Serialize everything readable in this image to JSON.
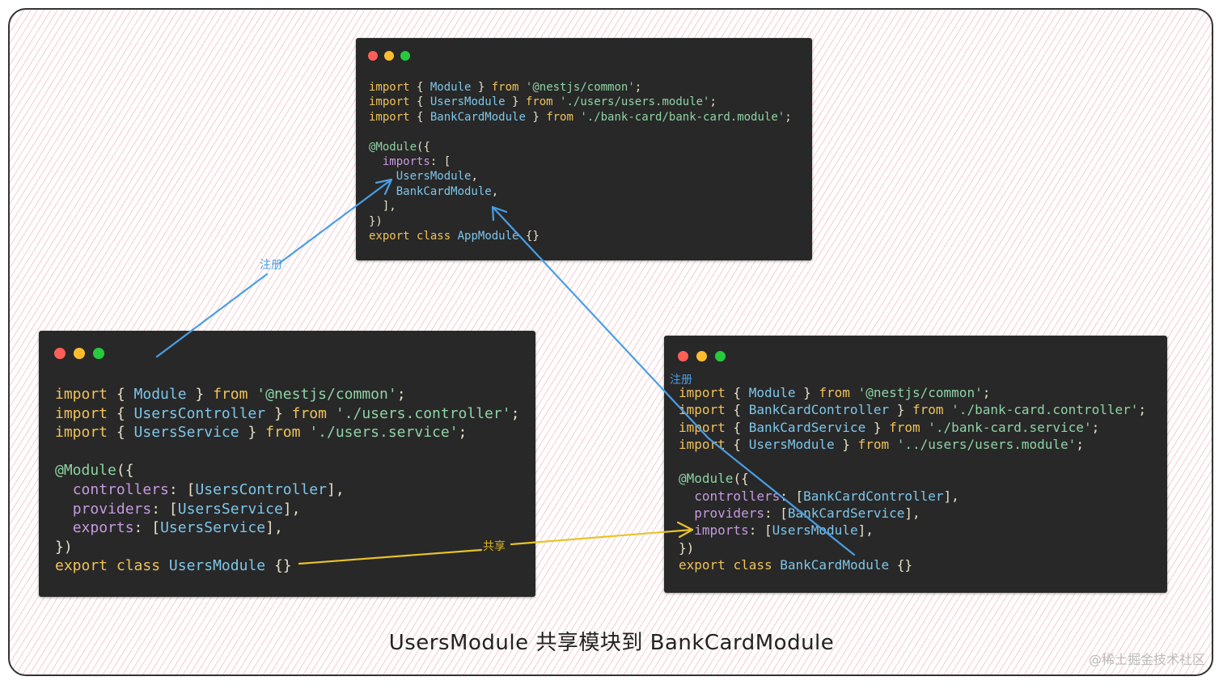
{
  "windows": {
    "app": {
      "lines": [
        [
          [
            "kw",
            "import"
          ],
          [
            "pun",
            " { "
          ],
          [
            "id",
            "Module"
          ],
          [
            "pun",
            " } "
          ],
          [
            "kw",
            "from"
          ],
          [
            "pun",
            " "
          ],
          [
            "str",
            "'@nestjs/common'"
          ],
          [
            "pun",
            ";"
          ]
        ],
        [
          [
            "kw",
            "import"
          ],
          [
            "pun",
            " { "
          ],
          [
            "id",
            "UsersModule"
          ],
          [
            "pun",
            " } "
          ],
          [
            "kw",
            "from"
          ],
          [
            "pun",
            " "
          ],
          [
            "str",
            "'./users/users.module'"
          ],
          [
            "pun",
            ";"
          ]
        ],
        [
          [
            "kw",
            "import"
          ],
          [
            "pun",
            " { "
          ],
          [
            "id",
            "BankCardModule"
          ],
          [
            "pun",
            " } "
          ],
          [
            "kw",
            "from"
          ],
          [
            "pun",
            " "
          ],
          [
            "str",
            "'./bank-card/bank-card.module'"
          ],
          [
            "pun",
            ";"
          ]
        ],
        [],
        [
          [
            "dec",
            "@Module"
          ],
          [
            "pun",
            "({"
          ]
        ],
        [
          [
            "pun",
            "  "
          ],
          [
            "prop",
            "imports"
          ],
          [
            "pun",
            ": ["
          ]
        ],
        [
          [
            "pun",
            "    "
          ],
          [
            "id",
            "UsersModule"
          ],
          [
            "pun",
            ","
          ]
        ],
        [
          [
            "pun",
            "    "
          ],
          [
            "id",
            "BankCardModule"
          ],
          [
            "pun",
            ","
          ]
        ],
        [
          [
            "pun",
            "  ],"
          ]
        ],
        [
          [
            "pun",
            "})"
          ]
        ],
        [
          [
            "kw",
            "export"
          ],
          [
            "pun",
            " "
          ],
          [
            "kw",
            "class"
          ],
          [
            "pun",
            " "
          ],
          [
            "id",
            "AppModule"
          ],
          [
            "pun",
            " {}"
          ]
        ]
      ]
    },
    "users": {
      "lines": [
        [
          [
            "kw",
            "import"
          ],
          [
            "pun",
            " { "
          ],
          [
            "id",
            "Module"
          ],
          [
            "pun",
            " } "
          ],
          [
            "kw",
            "from"
          ],
          [
            "pun",
            " "
          ],
          [
            "str",
            "'@nestjs/common'"
          ],
          [
            "pun",
            ";"
          ]
        ],
        [
          [
            "kw",
            "import"
          ],
          [
            "pun",
            " { "
          ],
          [
            "id",
            "UsersController"
          ],
          [
            "pun",
            " } "
          ],
          [
            "kw",
            "from"
          ],
          [
            "pun",
            " "
          ],
          [
            "str",
            "'./users.controller'"
          ],
          [
            "pun",
            ";"
          ]
        ],
        [
          [
            "kw",
            "import"
          ],
          [
            "pun",
            " { "
          ],
          [
            "id",
            "UsersService"
          ],
          [
            "pun",
            " } "
          ],
          [
            "kw",
            "from"
          ],
          [
            "pun",
            " "
          ],
          [
            "str",
            "'./users.service'"
          ],
          [
            "pun",
            ";"
          ]
        ],
        [],
        [
          [
            "dec",
            "@Module"
          ],
          [
            "pun",
            "({"
          ]
        ],
        [
          [
            "pun",
            "  "
          ],
          [
            "prop",
            "controllers"
          ],
          [
            "pun",
            ": ["
          ],
          [
            "id",
            "UsersController"
          ],
          [
            "pun",
            "],"
          ]
        ],
        [
          [
            "pun",
            "  "
          ],
          [
            "prop",
            "providers"
          ],
          [
            "pun",
            ": ["
          ],
          [
            "id",
            "UsersService"
          ],
          [
            "pun",
            "],"
          ]
        ],
        [
          [
            "pun",
            "  "
          ],
          [
            "prop",
            "exports"
          ],
          [
            "pun",
            ": ["
          ],
          [
            "id",
            "UsersService"
          ],
          [
            "pun",
            "],"
          ]
        ],
        [
          [
            "pun",
            "})"
          ]
        ],
        [
          [
            "kw",
            "export"
          ],
          [
            "pun",
            " "
          ],
          [
            "kw",
            "class"
          ],
          [
            "pun",
            " "
          ],
          [
            "id",
            "UsersModule"
          ],
          [
            "pun",
            " {}"
          ]
        ]
      ]
    },
    "bank": {
      "lines": [
        [
          [
            "kw",
            "import"
          ],
          [
            "pun",
            " { "
          ],
          [
            "id",
            "Module"
          ],
          [
            "pun",
            " } "
          ],
          [
            "kw",
            "from"
          ],
          [
            "pun",
            " "
          ],
          [
            "str",
            "'@nestjs/common'"
          ],
          [
            "pun",
            ";"
          ]
        ],
        [
          [
            "kw",
            "import"
          ],
          [
            "pun",
            " { "
          ],
          [
            "id",
            "BankCardController"
          ],
          [
            "pun",
            " } "
          ],
          [
            "kw",
            "from"
          ],
          [
            "pun",
            " "
          ],
          [
            "str",
            "'./bank-card.controller'"
          ],
          [
            "pun",
            ";"
          ]
        ],
        [
          [
            "kw",
            "import"
          ],
          [
            "pun",
            " { "
          ],
          [
            "id",
            "BankCardService"
          ],
          [
            "pun",
            " } "
          ],
          [
            "kw",
            "from"
          ],
          [
            "pun",
            " "
          ],
          [
            "str",
            "'./bank-card.service'"
          ],
          [
            "pun",
            ";"
          ]
        ],
        [
          [
            "kw",
            "import"
          ],
          [
            "pun",
            " { "
          ],
          [
            "id",
            "UsersModule"
          ],
          [
            "pun",
            " } "
          ],
          [
            "kw",
            "from"
          ],
          [
            "pun",
            " "
          ],
          [
            "str",
            "'../users/users.module'"
          ],
          [
            "pun",
            ";"
          ]
        ],
        [],
        [
          [
            "dec",
            "@Module"
          ],
          [
            "pun",
            "({"
          ]
        ],
        [
          [
            "pun",
            "  "
          ],
          [
            "prop",
            "controllers"
          ],
          [
            "pun",
            ": ["
          ],
          [
            "id",
            "BankCardController"
          ],
          [
            "pun",
            "],"
          ]
        ],
        [
          [
            "pun",
            "  "
          ],
          [
            "prop",
            "providers"
          ],
          [
            "pun",
            ": ["
          ],
          [
            "id",
            "BankCardService"
          ],
          [
            "pun",
            "],"
          ]
        ],
        [
          [
            "pun",
            "  "
          ],
          [
            "prop",
            "imports"
          ],
          [
            "pun",
            ": ["
          ],
          [
            "id",
            "UsersModule"
          ],
          [
            "pun",
            "],"
          ]
        ],
        [
          [
            "pun",
            "})"
          ]
        ],
        [
          [
            "kw",
            "export"
          ],
          [
            "pun",
            " "
          ],
          [
            "kw",
            "class"
          ],
          [
            "pun",
            " "
          ],
          [
            "id",
            "BankCardModule"
          ],
          [
            "pun",
            " {}"
          ]
        ]
      ]
    }
  },
  "arrows": {
    "register_users_label": "注册",
    "register_bank_label": "注册",
    "share_label": "共享"
  },
  "caption": "UsersModule 共享模块到 BankCardModule",
  "watermark": "@稀土掘金技术社区",
  "colors": {
    "register_arrow": "#4a9ee6",
    "share_arrow": "#e8c32a",
    "window_bg": "#282828"
  }
}
